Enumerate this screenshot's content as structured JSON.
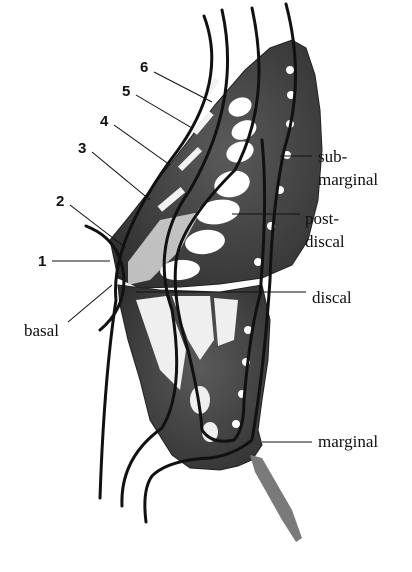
{
  "diagram": {
    "numbers": [
      "1",
      "2",
      "3",
      "4",
      "5",
      "6"
    ],
    "labels": {
      "basal": "basal",
      "discal": "discal",
      "postdiscal_1": "post-",
      "postdiscal_2": "discal",
      "submarginal_1": "sub-",
      "submarginal_2": "marginal",
      "marginal": "marginal"
    },
    "colors": {
      "wing_dark": "#3d3d3d",
      "wing_mid": "#6a6a6a",
      "spot": "#ffffff",
      "line": "#111111",
      "background": "#ffffff"
    }
  }
}
